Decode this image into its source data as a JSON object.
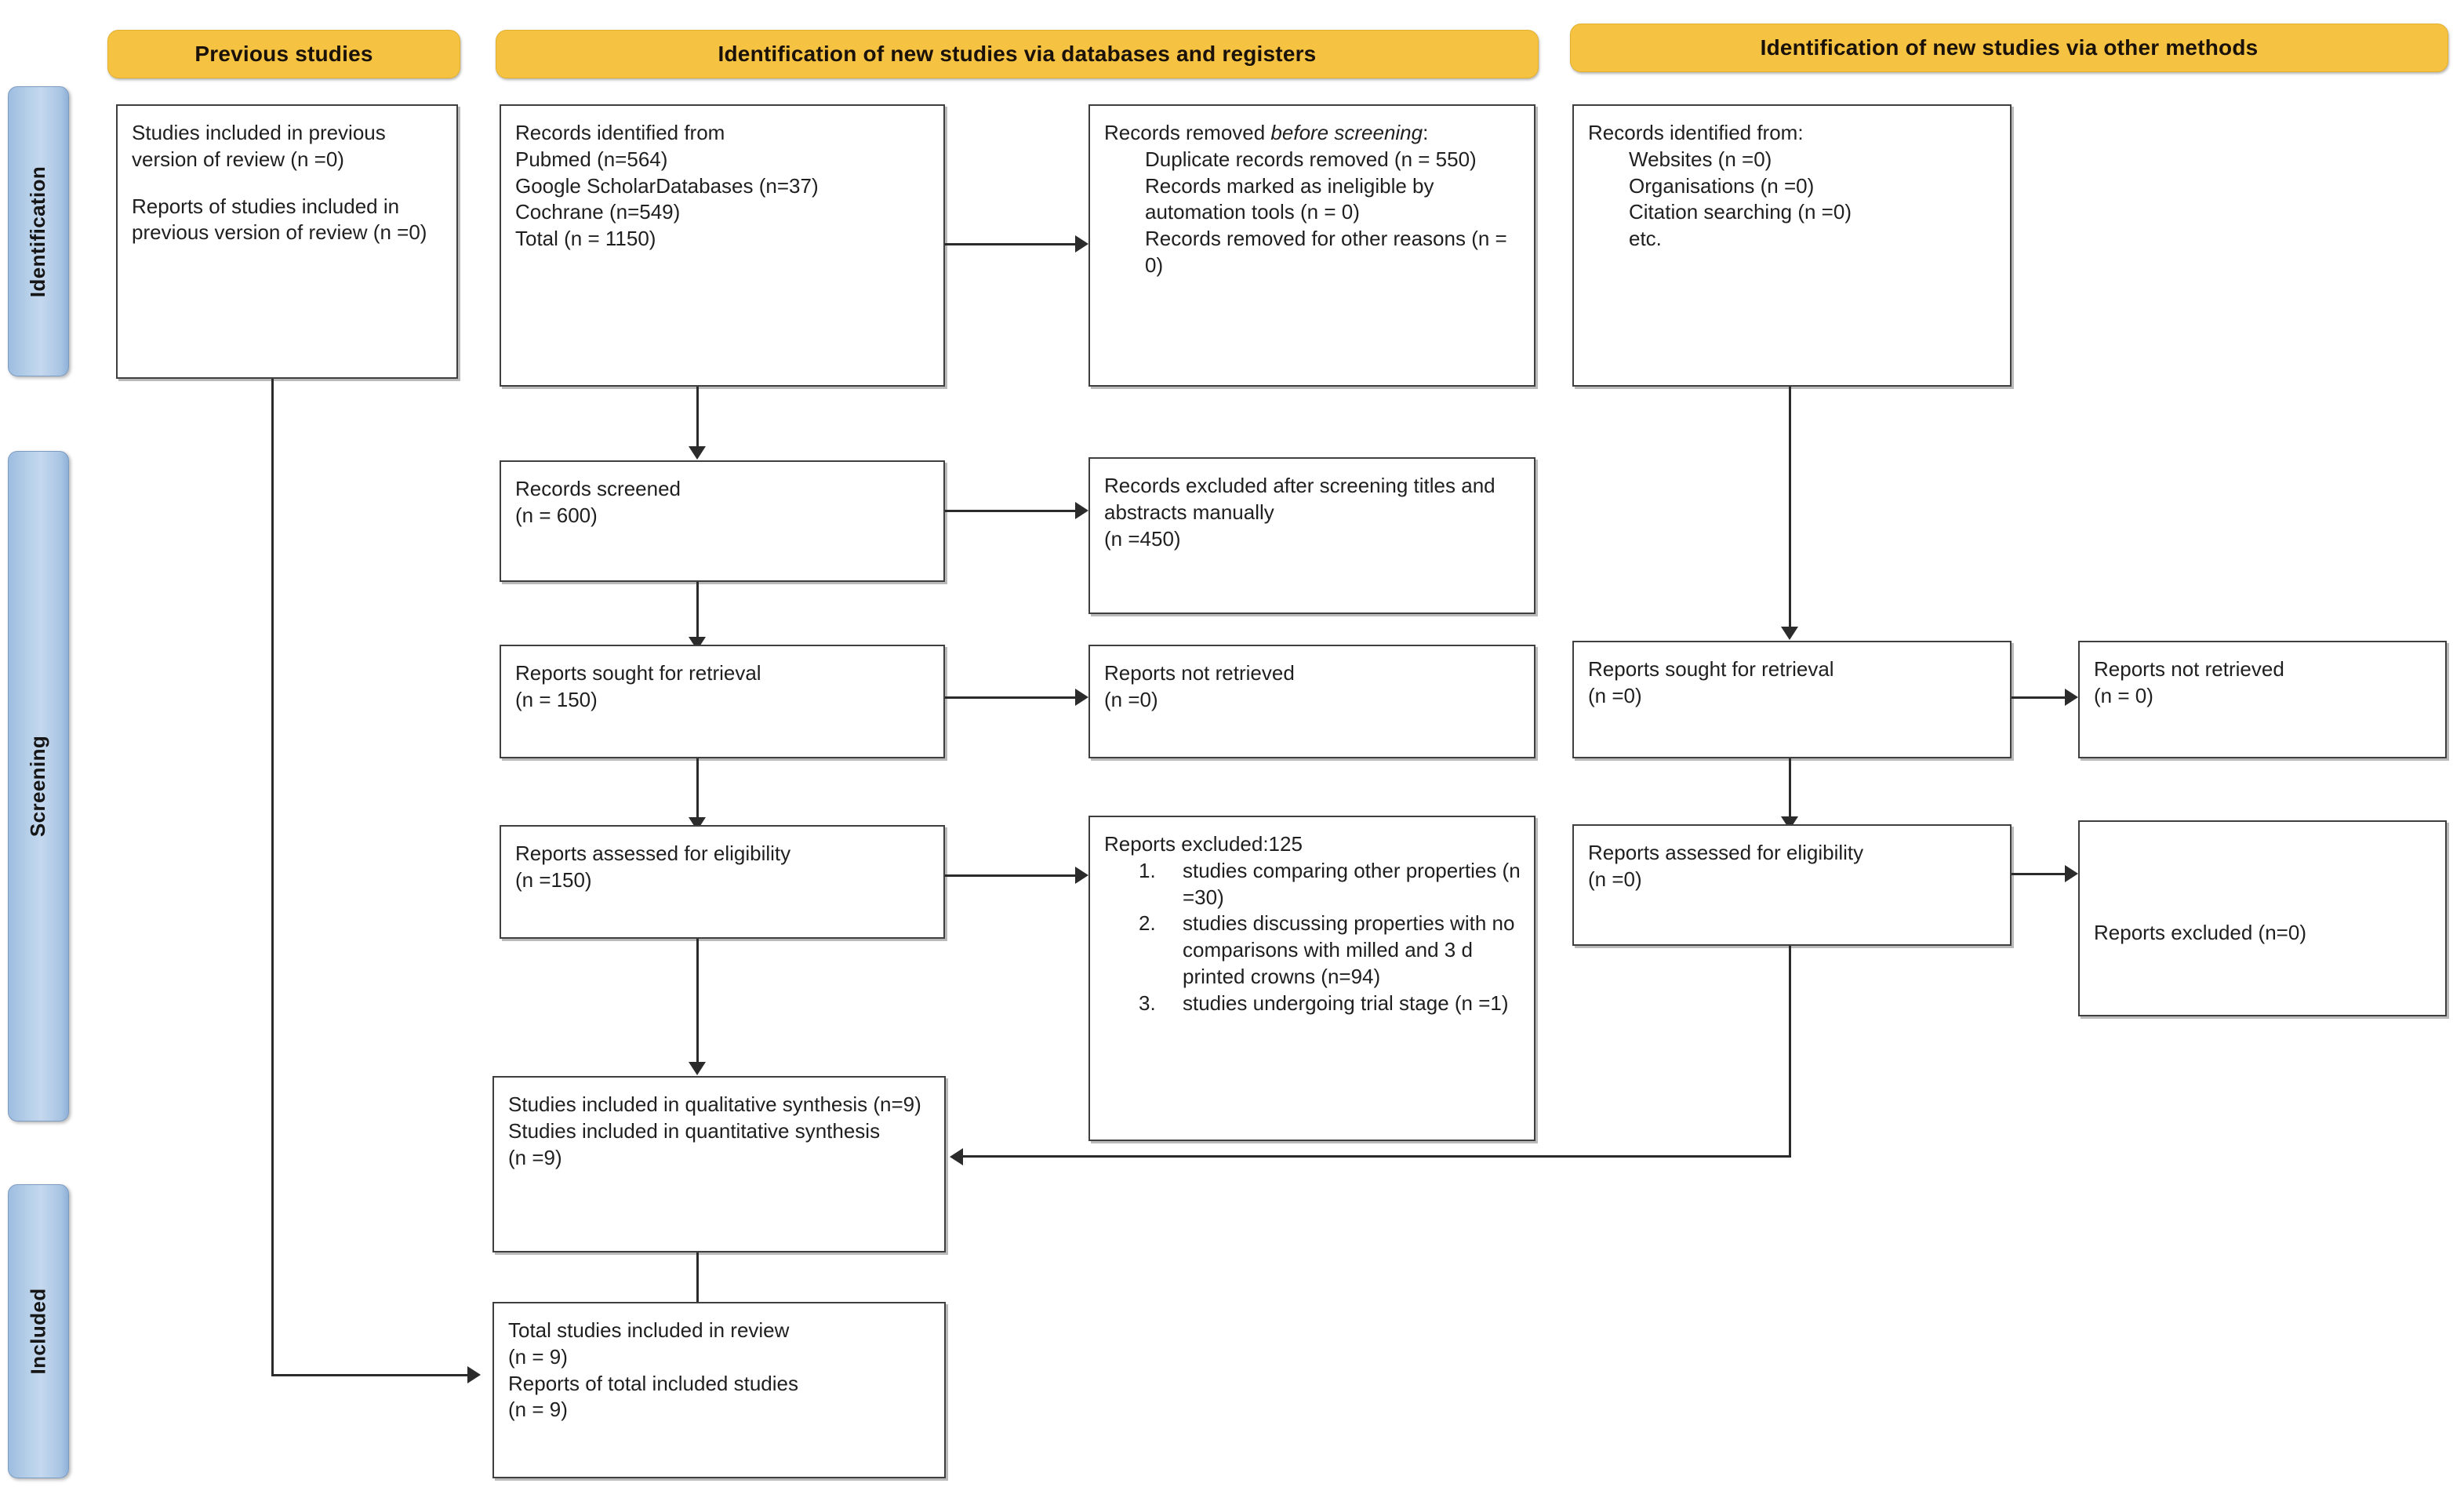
{
  "diagram": {
    "title": "PRISMA 2020 flow diagram",
    "accent_yellow": "#f5c242",
    "accent_blue": "#b6cfe9",
    "line_color": "#2b2b2b"
  },
  "phases": [
    {
      "label": "Identification"
    },
    {
      "label": "Screening"
    },
    {
      "label": "Included"
    }
  ],
  "banners": [
    {
      "label": "Previous studies"
    },
    {
      "label": "Identification of new studies via databases and registers"
    },
    {
      "label": "Identification of new studies via other methods"
    }
  ],
  "previous": {
    "studies_included": "Studies included in previous version of review (n =0)",
    "reports_included": "Reports of studies included in previous version of review (n =0)"
  },
  "databases": {
    "identified": {
      "heading": "Records identified from",
      "lines": [
        "Pubmed (n=564)",
        "Google ScholarDatabases (n=37)",
        "Cochrane (n=549)",
        "Total (n = 1150)"
      ]
    },
    "removed_before_screening": {
      "heading_1": "Records removed ",
      "heading_italic": "before screening",
      "heading_2": ":",
      "items": [
        "Duplicate records removed (n = 550)",
        "Records marked as ineligible by automation tools (n = 0)",
        "Records removed for other reasons (n = 0)"
      ]
    },
    "records_screened": {
      "label": "Records screened",
      "count": "(n = 600)"
    },
    "records_excluded": {
      "label": "Records excluded after screening titles and abstracts manually",
      "count": "(n =450)"
    },
    "reports_sought": {
      "label": "Reports sought for retrieval",
      "count": "(n = 150)"
    },
    "reports_not_retrieved": {
      "label": "Reports not retrieved",
      "count": "(n =0)"
    },
    "reports_assessed": {
      "label": "Reports assessed for eligibility",
      "count": "(n =150)"
    },
    "reports_excluded": {
      "heading": "Reports excluded:125",
      "reasons": [
        {
          "num": "1.",
          "text": "studies comparing other properties (n =30)"
        },
        {
          "num": "2.",
          "text": "studies discussing properties with no comparisons with milled and 3 d printed crowns (n=94)"
        },
        {
          "num": "3.",
          "text": "studies undergoing trial stage (n =1)"
        }
      ]
    }
  },
  "other_methods": {
    "identified": {
      "heading": "Records identified from:",
      "lines": [
        "Websites (n =0)",
        "Organisations (n =0)",
        "Citation searching (n =0)",
        "etc."
      ]
    },
    "reports_sought": {
      "label": "Reports sought for retrieval",
      "count": "(n =0)"
    },
    "reports_not_retrieved": {
      "label": "Reports not retrieved",
      "count": "(n = 0)"
    },
    "reports_assessed": {
      "label": "Reports assessed for eligibility",
      "count": "(n =0)"
    },
    "reports_excluded": {
      "label": "Reports excluded (n=0)"
    }
  },
  "included": {
    "synthesis": {
      "line1": "Studies included in qualitative synthesis (n=9)",
      "line2": "Studies included in quantitative synthesis",
      "line3": "(n =9)"
    },
    "total": {
      "line1": "Total studies included in review",
      "line2": "(n = 9)",
      "line3": "Reports of total included studies",
      "line4": "(n = 9)"
    }
  }
}
